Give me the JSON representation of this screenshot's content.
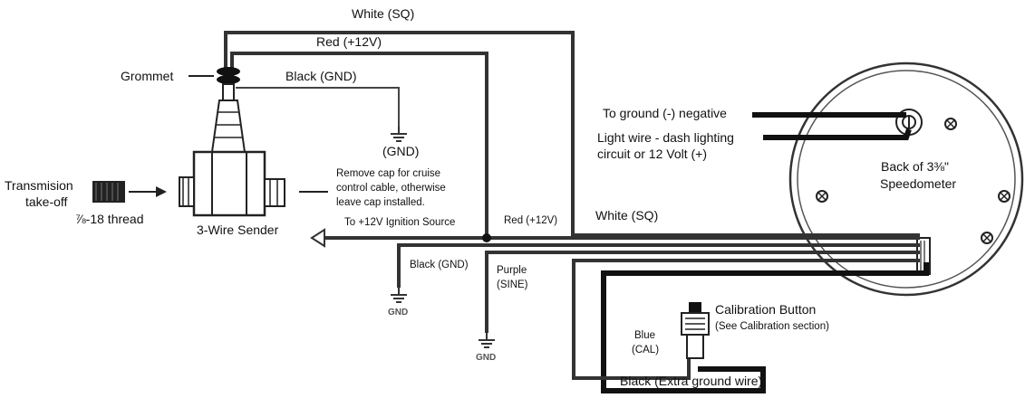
{
  "labels": {
    "white_sq_top": "White (SQ)",
    "red_12v_top": "Red (+12V)",
    "grommet": "Grommet",
    "black_gnd_top": "Black (GND)",
    "gnd_paren": "(GND)",
    "transmission_1": "Transmision",
    "transmission_2": "take-off",
    "thread": "⅞-18 thread",
    "sender": "3-Wire Sender",
    "remove_cap_1": "Remove cap for cruise",
    "remove_cap_2": "control cable, otherwise",
    "remove_cap_3": "leave cap installed.",
    "ignition": "To +12V Ignition Source",
    "red_12v_mid": "Red (+12V)",
    "white_sq_mid": "White (SQ)",
    "black_gnd_mid": "Black (GND)",
    "purple_1": "Purple",
    "purple_2": "(SINE)",
    "gnd_1": "GND",
    "gnd_2": "GND",
    "to_ground": "To ground (-) negative",
    "light_wire_1": "Light wire - dash lighting",
    "light_wire_2": "circuit or 12 Volt (+)",
    "back_of_1": "Back of 3⅜\"",
    "back_of_2": "Speedometer",
    "cal_button": "Calibration Button",
    "cal_section": "(See Calibration section)",
    "blue_1": "Blue",
    "blue_2": "(CAL)",
    "black_extra": "Black (Extra ground wire)"
  }
}
